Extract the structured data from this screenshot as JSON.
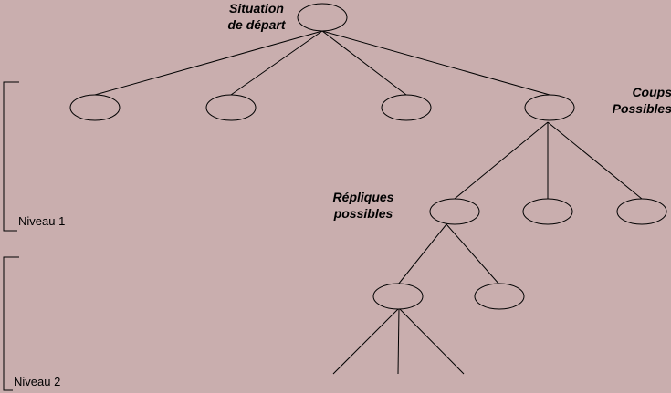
{
  "labels": {
    "root_line1": "Situation",
    "root_line2": "de départ",
    "coups_line1": "Coups",
    "coups_line2": "Possibles",
    "repliques_line1": "Répliques",
    "repliques_line2": "possibles",
    "level1": "Niveau 1",
    "level2": "Niveau 2"
  },
  "colors": {
    "background": "#c9aeae",
    "stroke": "#000000"
  }
}
